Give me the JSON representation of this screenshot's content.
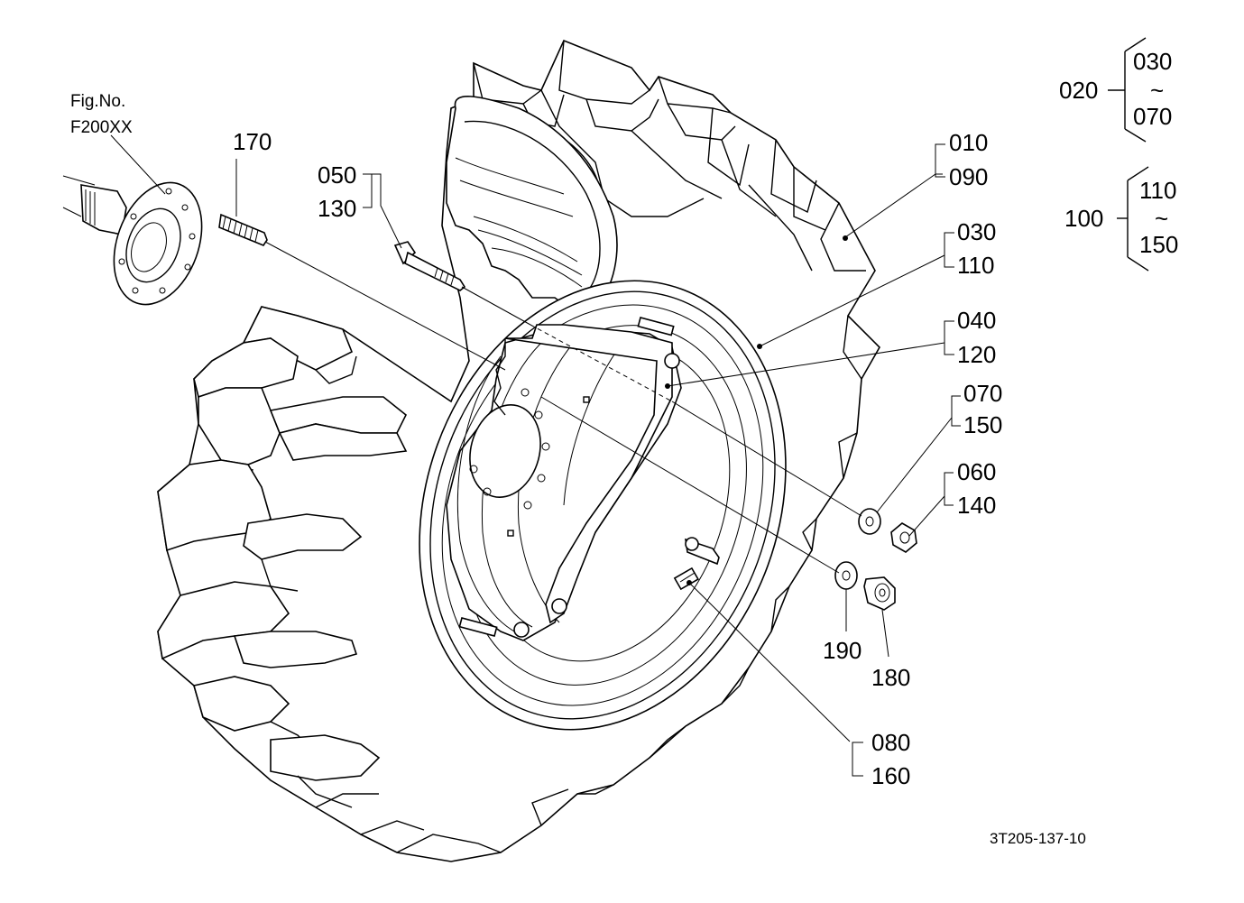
{
  "figure": {
    "fig_label": "Fig.No.",
    "fig_number": "F200XX",
    "drawing_code": "3T205-137-10"
  },
  "parts": {
    "p010": "010",
    "p090": "090",
    "p030": "030",
    "p110": "110",
    "p040": "040",
    "p120": "120",
    "p050": "050",
    "p130": "130",
    "p070": "070",
    "p150": "150",
    "p060": "060",
    "p140": "140",
    "p170": "170",
    "p190": "190",
    "p180": "180",
    "p080": "080",
    "p160": "160"
  },
  "groups": [
    {
      "id": "020",
      "from": "030",
      "tilde": "~",
      "to": "070"
    },
    {
      "id": "100",
      "from": "110",
      "tilde": "~",
      "to": "150"
    }
  ]
}
